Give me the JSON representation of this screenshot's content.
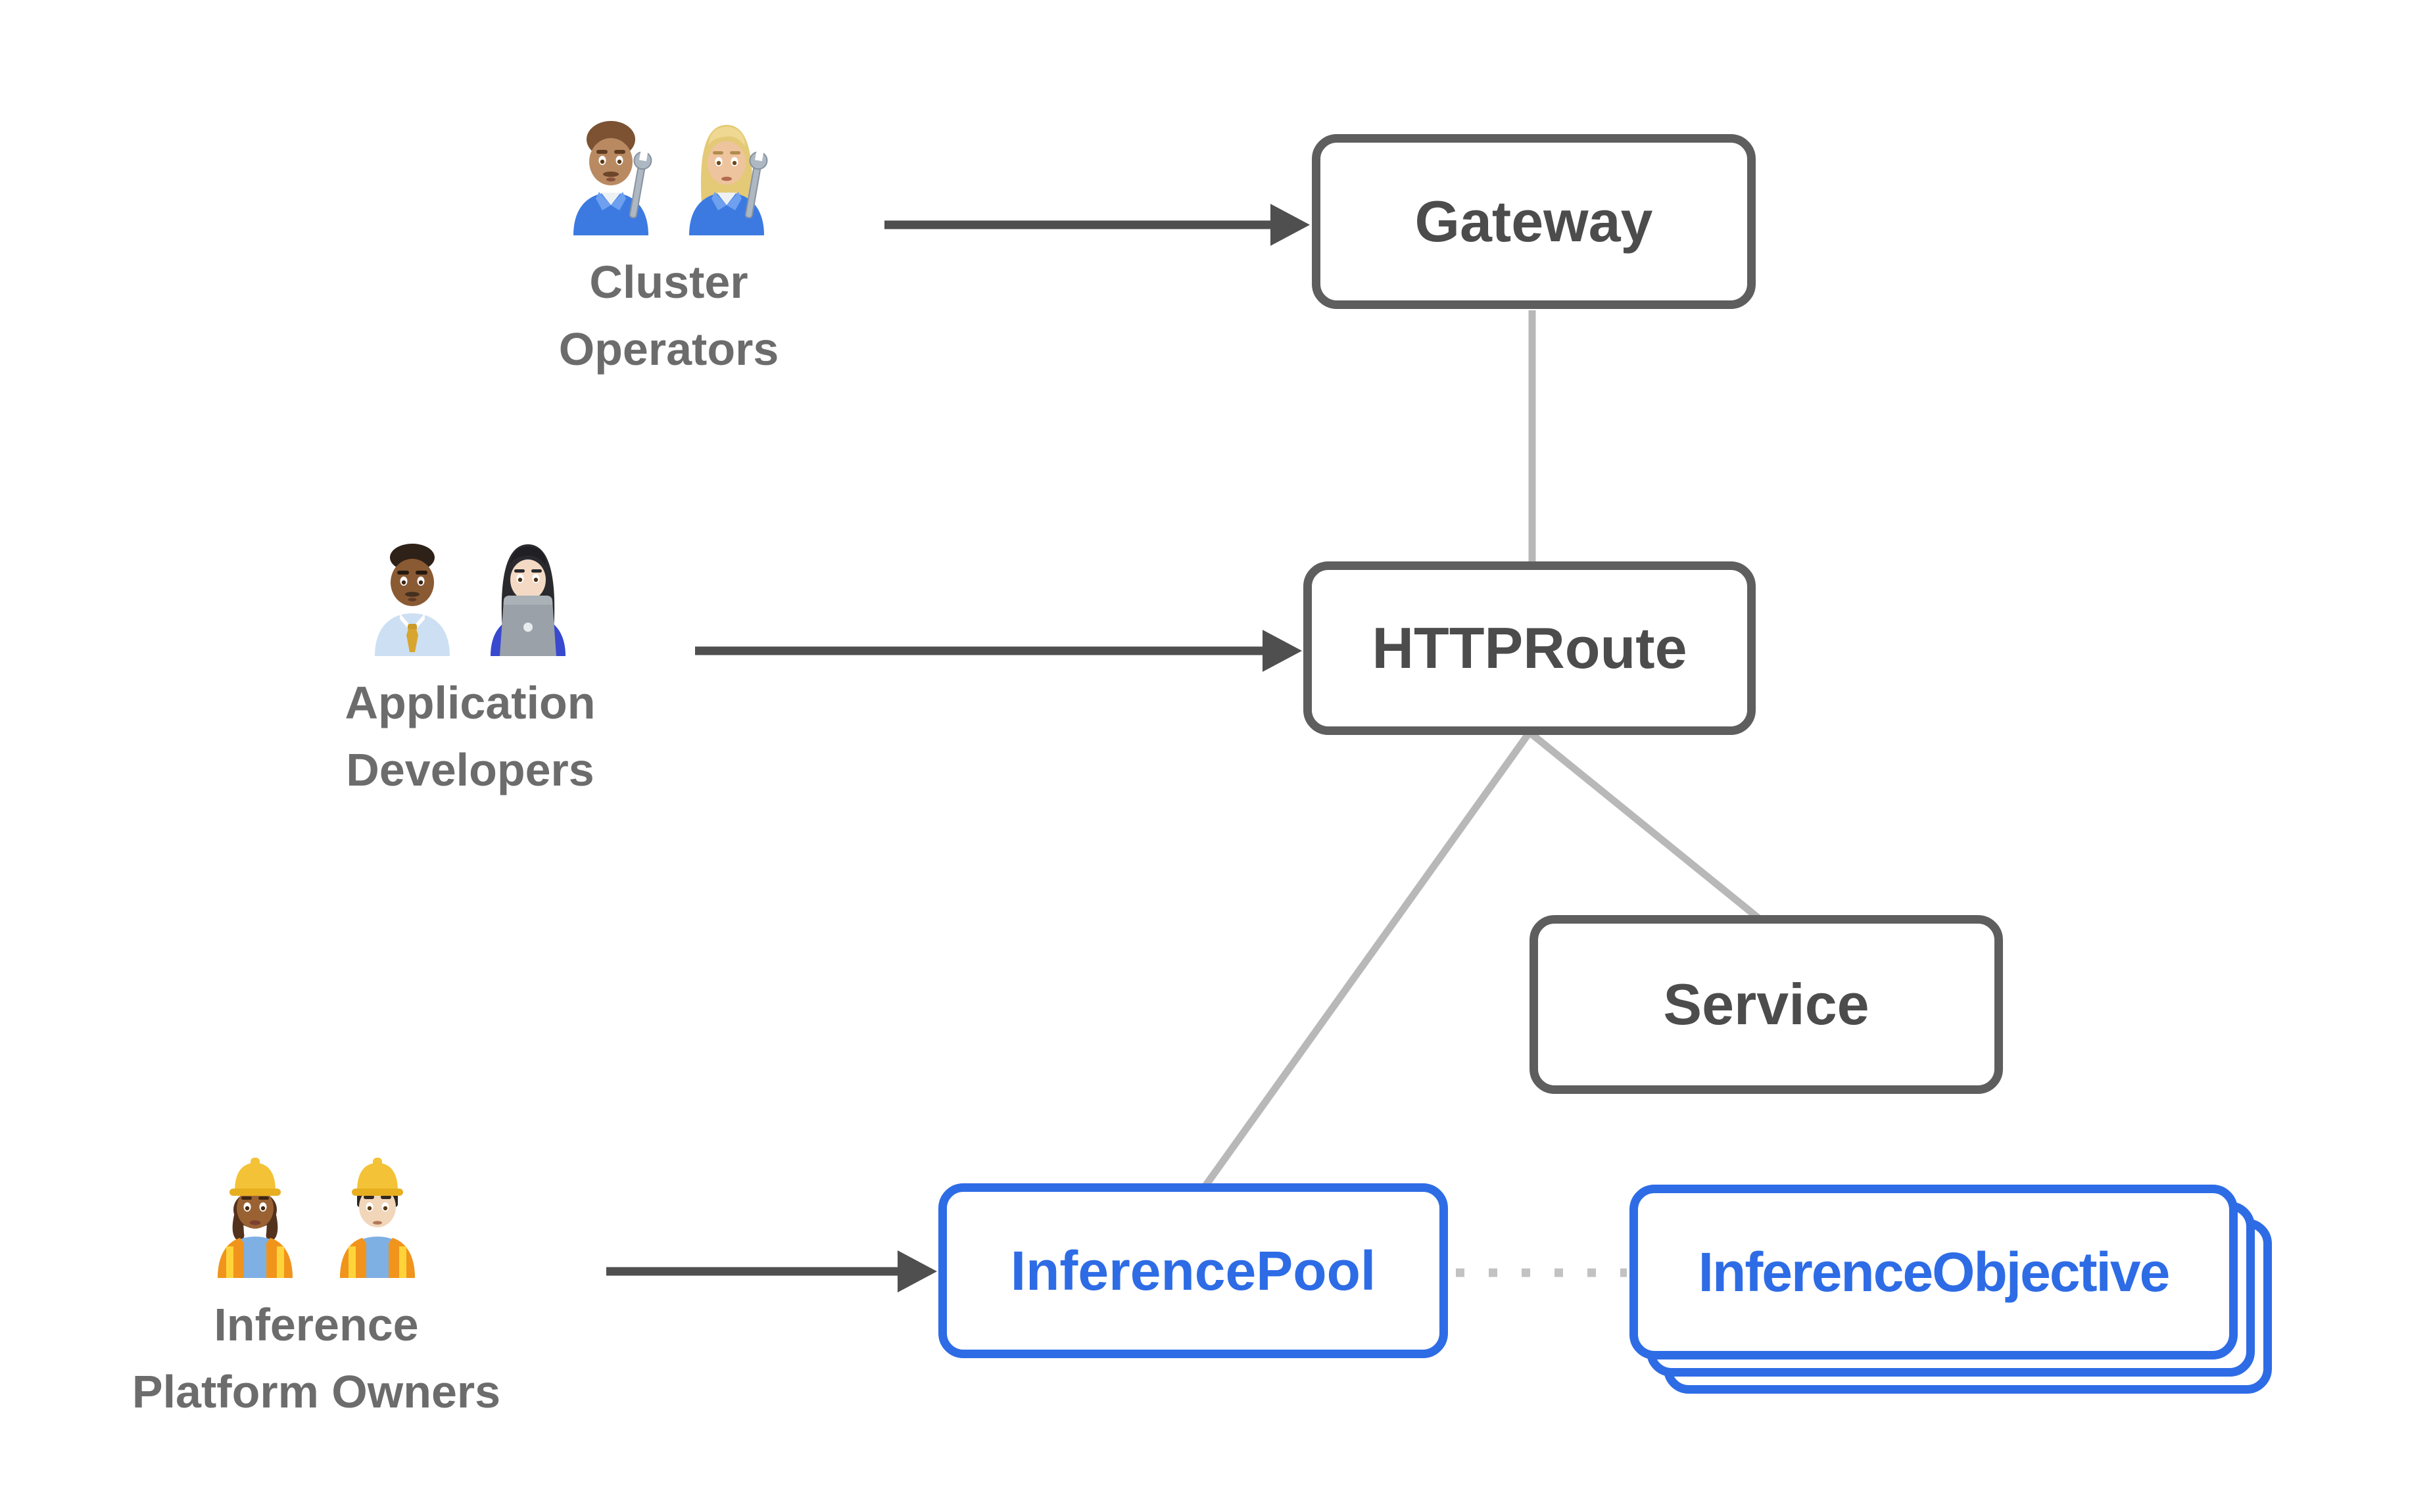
{
  "diagram": {
    "actors": [
      {
        "name": "Cluster Operators",
        "lines": [
          "Cluster",
          "Operators"
        ],
        "icons": [
          "man-mechanic-icon",
          "woman-mechanic-icon"
        ]
      },
      {
        "name": "Application Developers",
        "lines": [
          "Application",
          "Developers"
        ],
        "icons": [
          "man-office-worker-icon",
          "woman-technologist-icon"
        ]
      },
      {
        "name": "Inference Platform Owners",
        "lines": [
          "Inference",
          "Platform Owners"
        ],
        "icons": [
          "woman-construction-worker-icon",
          "man-construction-worker-icon"
        ]
      }
    ],
    "nodes": [
      {
        "id": "gateway",
        "label": "Gateway",
        "style": "gray"
      },
      {
        "id": "httproute",
        "label": "HTTPRoute",
        "style": "gray"
      },
      {
        "id": "service",
        "label": "Service",
        "style": "gray"
      },
      {
        "id": "inferencepool",
        "label": "InferencePool",
        "style": "blue"
      },
      {
        "id": "inferenceobjective",
        "label": "InferenceObjective",
        "style": "blue-stacked"
      }
    ],
    "edges": [
      {
        "from": "Cluster Operators",
        "to": "Gateway",
        "type": "solid-arrow"
      },
      {
        "from": "Application Developers",
        "to": "HTTPRoute",
        "type": "solid-arrow"
      },
      {
        "from": "Inference Platform Owners",
        "to": "InferencePool",
        "type": "solid-arrow"
      },
      {
        "from": "Gateway",
        "to": "HTTPRoute",
        "type": "plain-line"
      },
      {
        "from": "HTTPRoute",
        "to": "InferencePool",
        "type": "plain-line"
      },
      {
        "from": "HTTPRoute",
        "to": "Service",
        "type": "plain-line"
      },
      {
        "from": "InferencePool",
        "to": "InferenceObjective",
        "type": "dotted-line"
      }
    ],
    "colors": {
      "node_border_gray": "#5e5e5e",
      "node_label_gray": "#4c4c4c",
      "accent_blue": "#2e6ce6",
      "actor_label_gray": "#6c6c6c",
      "arrow_dark": "#4f4f4f",
      "connector_light": "#b8b8b8"
    }
  }
}
